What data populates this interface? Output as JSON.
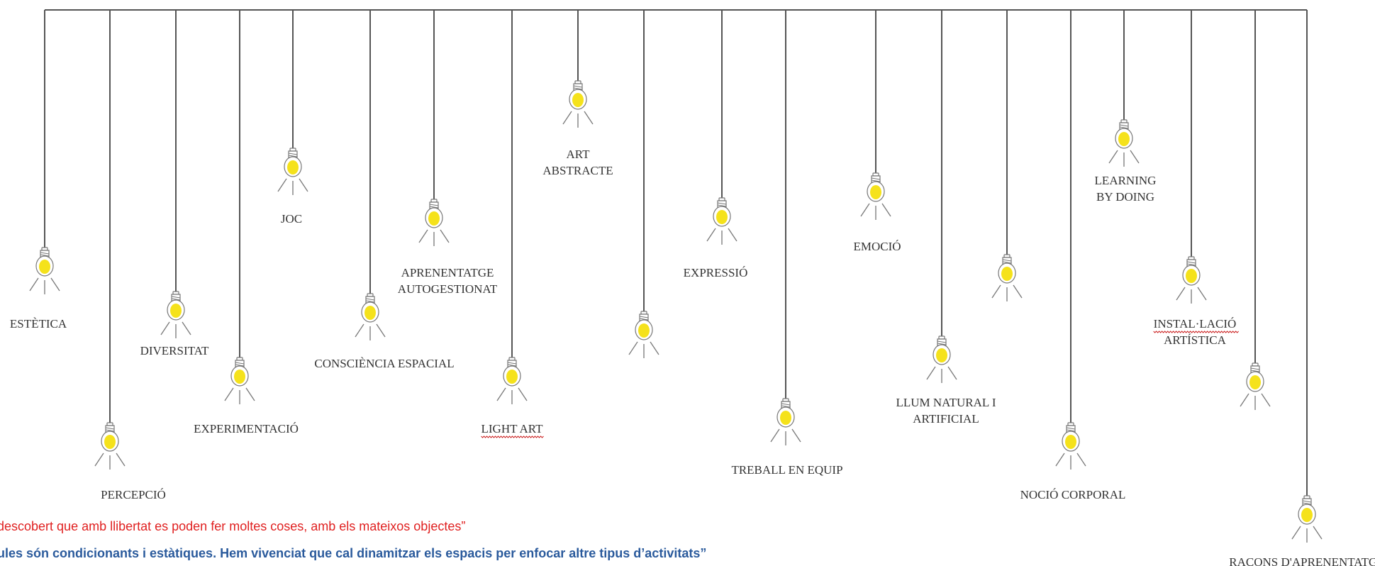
{
  "concepts": [
    {
      "id": "estetica",
      "lines": [
        "ESTÈTICA"
      ]
    },
    {
      "id": "percepcio",
      "lines": [
        "PERCEPCIÓ"
      ]
    },
    {
      "id": "diversitat",
      "lines": [
        "DIVERSITAT"
      ]
    },
    {
      "id": "experimentacio",
      "lines": [
        "EXPERIMENTACIÓ"
      ]
    },
    {
      "id": "joc",
      "lines": [
        "JOC"
      ]
    },
    {
      "id": "consciencia-espacial",
      "lines": [
        "CONSCIÈNCIA ESPACIAL"
      ]
    },
    {
      "id": "aprenentatge-autogestionat",
      "lines": [
        "APRENENTATGE",
        "AUTOGESTIONAT"
      ]
    },
    {
      "id": "light-art",
      "lines": [
        "LIGHT ART"
      ],
      "spell_flag": true
    },
    {
      "id": "art-abstracte",
      "lines": [
        "ART",
        "ABSTRACTE"
      ]
    },
    {
      "id": "unlabeled-1",
      "lines": []
    },
    {
      "id": "expressio",
      "lines": [
        "EXPRESSIÓ"
      ]
    },
    {
      "id": "treball-en-equip",
      "lines": [
        "TREBALL EN EQUIP"
      ]
    },
    {
      "id": "emocio",
      "lines": [
        "EMOCIÓ"
      ]
    },
    {
      "id": "llum-natural-i-artificial",
      "lines": [
        "LLUM NATURAL I",
        "ARTIFICIAL"
      ]
    },
    {
      "id": "unlabeled-2",
      "lines": []
    },
    {
      "id": "nocio-corporal",
      "lines": [
        "NOCIÓ CORPORAL"
      ]
    },
    {
      "id": "learning-by-doing",
      "lines": [
        "LEARNING",
        "BY DOING"
      ]
    },
    {
      "id": "installacio-artistica",
      "lines": [
        "INSTAL·LACIÓ",
        "ARTÍSTICA"
      ],
      "spell_flag": true
    },
    {
      "id": "unlabeled-3",
      "lines": []
    },
    {
      "id": "racons-daprenentatge",
      "lines": [
        "RACONS D'APRENENTATGE"
      ]
    }
  ],
  "quotes": {
    "q1": "descobert que amb llibertat es poden fer moltes coses, amb els mateixos objectes”",
    "q2": "ules són condicionants i estàtiques. Hem vivenciat que cal dinamitzar els espacis per enfocar altre tipus d’activitats”"
  },
  "colors": {
    "line": "#555555",
    "bulb_glow": "#f5e21b",
    "bulb_outline": "#777777",
    "quote_red": "#e02020",
    "quote_blue": "#2a5a9c"
  }
}
